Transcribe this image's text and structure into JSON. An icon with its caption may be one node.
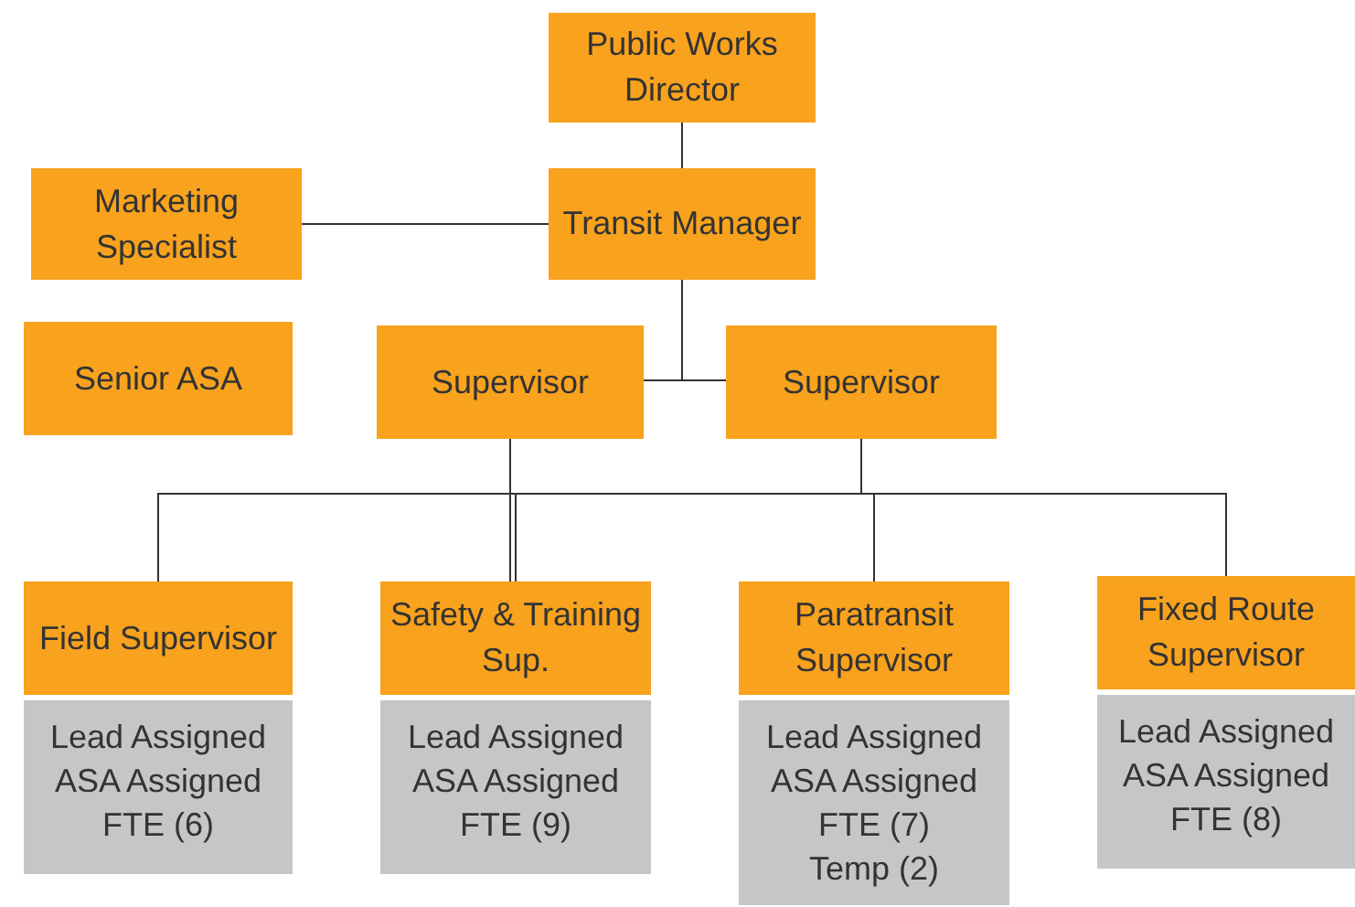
{
  "diagram": {
    "nodes": [
      {
        "text": [
          "Public Works Director"
        ]
      },
      {
        "text": [
          "Marketing Specialist"
        ]
      },
      {
        "text": [
          "Transit Manager"
        ]
      },
      {
        "text": [
          "Senior ASA"
        ]
      },
      {
        "text": [
          "Supervisor"
        ]
      },
      {
        "text": [
          "Supervisor"
        ]
      },
      {
        "text": [
          "Field Supervisor"
        ]
      },
      {
        "text": [
          "Lead Assigned",
          "ASA Assigned",
          "FTE (6)"
        ]
      },
      {
        "text": [
          "Safety & Training Sup."
        ]
      },
      {
        "text": [
          "Lead Assigned",
          "ASA Assigned",
          "FTE (9)"
        ]
      },
      {
        "text": [
          "Paratransit Supervisor"
        ]
      },
      {
        "text": [
          "Lead Assigned",
          "ASA Assigned",
          "FTE (7)",
          "Temp (2)"
        ]
      },
      {
        "text": [
          "Fixed Route Supervisor"
        ]
      },
      {
        "text": [
          "Lead Assigned",
          "ASA Assigned",
          "FTE (8)"
        ]
      }
    ],
    "edges": [
      {
        "from": 0,
        "to": 2,
        "arrow": "none"
      },
      {
        "from": 1,
        "to": 2,
        "arrow": "none"
      },
      {
        "from": 2,
        "to": 4,
        "arrow": "none"
      },
      {
        "from": 2,
        "to": 5,
        "arrow": "none"
      },
      {
        "from": 4,
        "to": 6,
        "arrow": "none"
      },
      {
        "from": 4,
        "to": 8,
        "arrow": "none"
      },
      {
        "from": 4,
        "to": 10,
        "arrow": "none"
      },
      {
        "from": 4,
        "to": 12,
        "arrow": "none"
      },
      {
        "from": 5,
        "to": 6,
        "arrow": "none"
      },
      {
        "from": 5,
        "to": 8,
        "arrow": "none"
      },
      {
        "from": 5,
        "to": 10,
        "arrow": "none"
      },
      {
        "from": 5,
        "to": 12,
        "arrow": "none"
      }
    ]
  }
}
